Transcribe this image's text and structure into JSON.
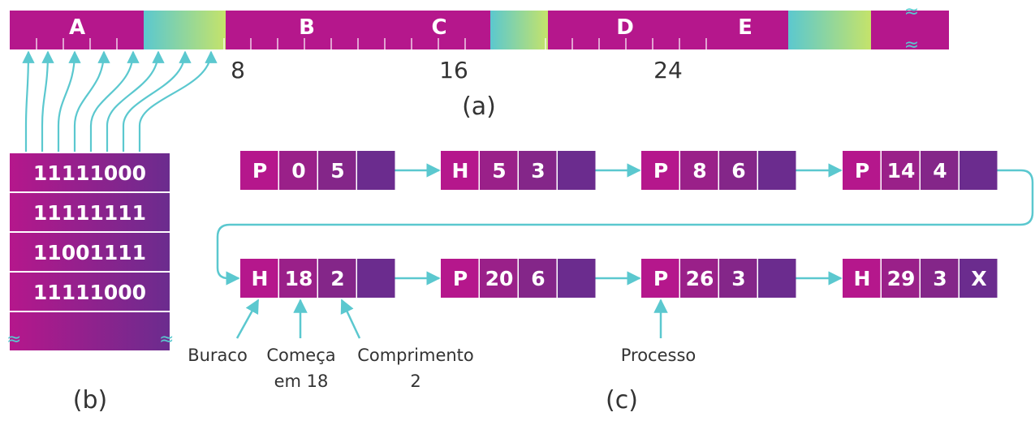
{
  "colors": {
    "magenta": "#b5178c",
    "purple": "#6b2c8e",
    "cyan": "#5bc8cf",
    "lime": "#c5e36a",
    "text": "#333333"
  },
  "bitmap_bar": {
    "segment_labels": [
      "A",
      "B",
      "C",
      "D",
      "E"
    ],
    "tick_numbers": [
      "8",
      "16",
      "24"
    ],
    "break_glyph": "≈",
    "caption": "(a)"
  },
  "bitmap_table": {
    "rows": [
      "11111000",
      "11111111",
      "11001111",
      "11111000"
    ],
    "break_glyph": "≈",
    "caption": "(b)"
  },
  "linked_list": {
    "nodes": [
      {
        "type": "P",
        "start": "0",
        "length": "5",
        "next": ""
      },
      {
        "type": "H",
        "start": "5",
        "length": "3",
        "next": ""
      },
      {
        "type": "P",
        "start": "8",
        "length": "6",
        "next": ""
      },
      {
        "type": "P",
        "start": "14",
        "length": "4",
        "next": ""
      },
      {
        "type": "H",
        "start": "18",
        "length": "2",
        "next": ""
      },
      {
        "type": "P",
        "start": "20",
        "length": "6",
        "next": ""
      },
      {
        "type": "P",
        "start": "26",
        "length": "3",
        "next": ""
      },
      {
        "type": "H",
        "start": "29",
        "length": "3",
        "next": "X"
      }
    ],
    "annotations": {
      "hole": "Buraco",
      "starts_line1": "Começa",
      "starts_line2": "em 18",
      "length_line1": "Comprimento",
      "length_line2": "2",
      "process": "Processo"
    },
    "caption": "(c)"
  }
}
